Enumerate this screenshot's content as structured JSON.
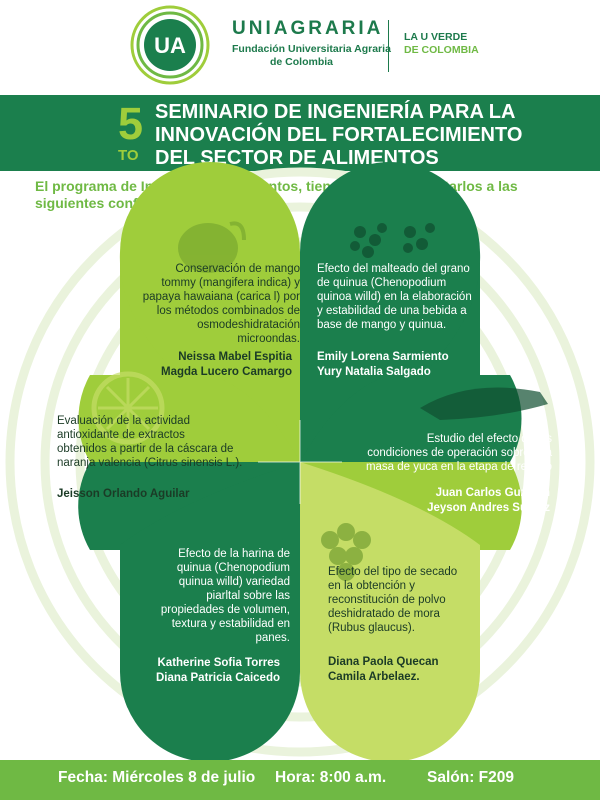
{
  "header": {
    "logo_text": "UA",
    "brand_name": "UNIAGRARIA",
    "brand_sub1": "Fundación Universitaria Agraria",
    "brand_sub2": "de Colombia",
    "slogan1": "LA U VERDE",
    "slogan2": "DE COLOMBIA"
  },
  "title": {
    "number": "5",
    "suffix": "TO",
    "line1": "SEMINARIO DE INGENIERÍA PARA LA",
    "line2": "INNOVACIÓN DEL FORTALECIMIENTO",
    "line3": "DEL SECTOR DE ALIMENTOS"
  },
  "intro": "El programa de Ingeniería de Alimentos, tiene el gusto de invitarlos a las siguientes conferencias:",
  "colors": {
    "dark_green": "#1b7f4d",
    "light_green": "#9fcd3b",
    "lime": "#c5dd66",
    "accent": "#6fb944"
  },
  "conferences": [
    {
      "lines": [
        "Conservación de mango",
        "tommy  (mangifera indica) y",
        "papaya hawaiana (carica l) por",
        "los métodos combinados de",
        "osmodeshidratación",
        "microondas."
      ],
      "speakers": [
        "Neissa Mabel Espitia",
        "Magda Lucero Camargo"
      ],
      "icon": "mango-icon"
    },
    {
      "lines": [
        "Efecto del malteado del grano",
        "de quinua (Chenopodium",
        "quinoa willd) en la elaboración",
        "y estabilidad de una bebida a",
        "base de mango y quinua."
      ],
      "speakers": [
        "Emily Lorena Sarmiento",
        "Yury Natalia Salgado"
      ],
      "icon": "quinoa-icon"
    },
    {
      "lines": [
        "Evaluación de la actividad",
        "antioxidante de extractos",
        "obtenidos a partir de la cáscara de",
        "naranja valencia (Citrus sinensis L.)."
      ],
      "speakers": [
        "Jeisson Orlando Aguilar"
      ],
      "icon": "orange-slice-icon"
    },
    {
      "lines": [
        "Estudio del efecto de las",
        "condiciones de operación sobre una",
        "masa de yuca en la etapa de reposo"
      ],
      "speakers": [
        "Juan Carlos Guzman",
        "Jeyson Andres Suarez"
      ],
      "icon": "yuca-icon"
    },
    {
      "lines": [
        "Efecto de la harina de",
        "quinua (Chenopodium",
        "quinua willd) variedad",
        "piarltal sobre las",
        "propiedades de volumen,",
        "textura y estabilidad en",
        "panes."
      ],
      "speakers": [
        "Katherine Sofia Torres",
        "Diana Patricia Caicedo"
      ],
      "icon": "quinoa-grain-icon"
    },
    {
      "lines": [
        "Efecto del tipo de secado",
        "en la obtención y",
        "reconstitución de polvo",
        "deshidratado de mora",
        "(Rubus glaucus)."
      ],
      "speakers": [
        "Diana Paola Quecan",
        "Camila Arbelaez."
      ],
      "icon": "blackberry-icon"
    }
  ],
  "footer": {
    "date": "Fecha: Miércoles 8 de julio",
    "time": "Hora: 8:00 a.m.",
    "room": "Salón: F209"
  }
}
